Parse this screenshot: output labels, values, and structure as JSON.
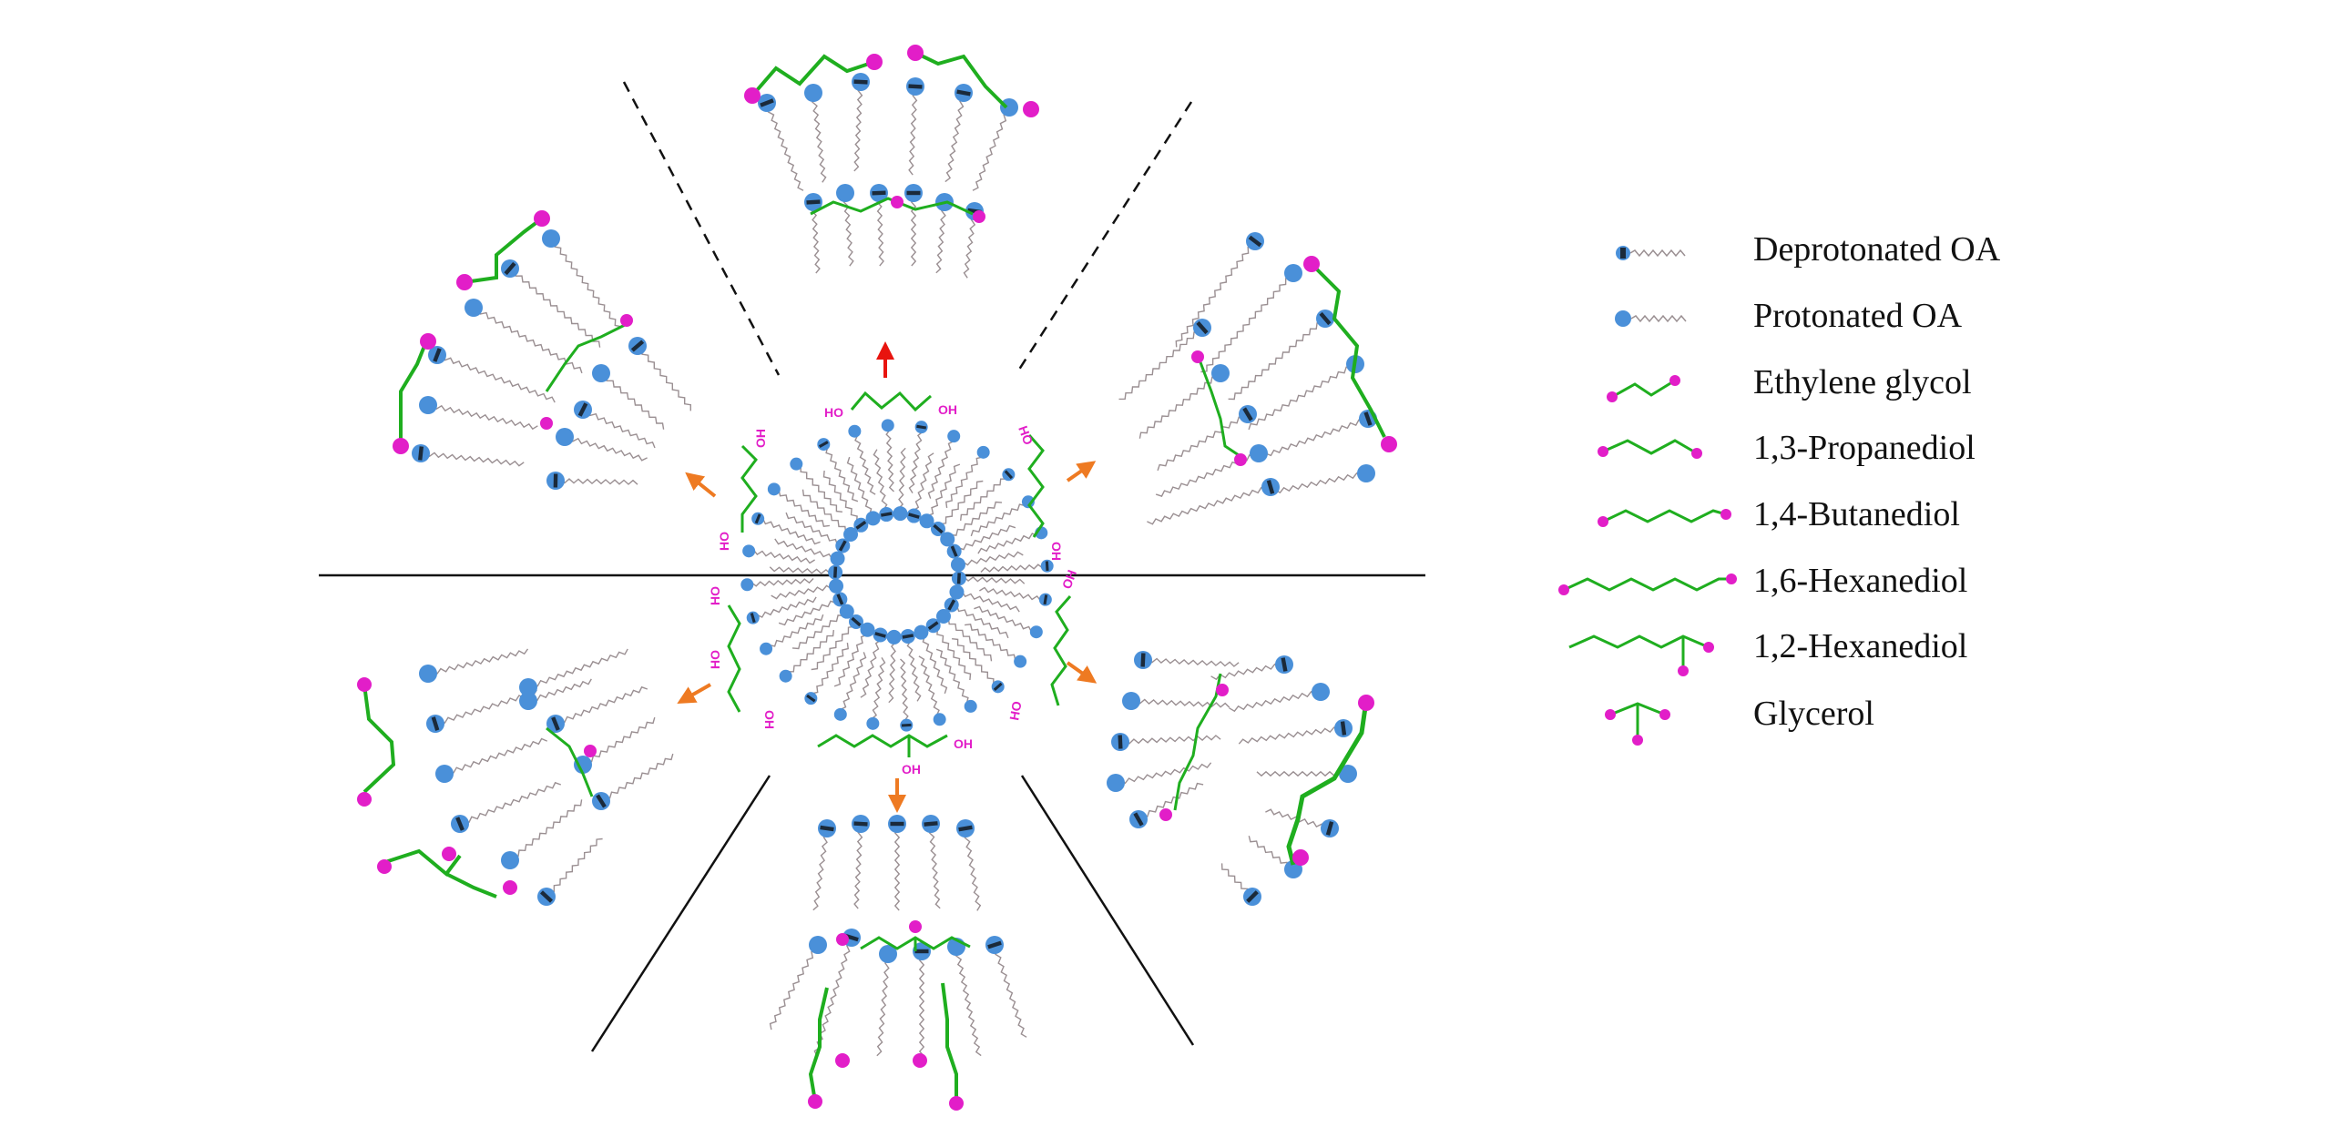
{
  "colors": {
    "molecule_blue": "#4a90d9",
    "head_dark": "#1b2a3a",
    "tail_gray": "#9a8f92",
    "diol_green": "#1fae1f",
    "hydroxyl_magenta": "#e21ec8",
    "arrow_red": "#e8140f",
    "arrow_orange": "#ee7a22",
    "line_black": "#111111"
  },
  "center": {
    "chemical_labels": {
      "top_left": "HO",
      "top_right": "OH",
      "bottom_oh": "OH",
      "bottom_right_oh": "OH",
      "left_upper_oh": "OH",
      "left_upper_ho": "HO",
      "left_lower_ho1": "HO",
      "left_lower_ho2": "HO",
      "left_lower_oh": "OH",
      "right_upper_ho": "HO",
      "right_upper_oh": "OH",
      "right_lower_ho": "HO",
      "right_lower_oh": "OH"
    }
  },
  "legend": {
    "items": [
      {
        "icon": "deprotonated-oa-icon",
        "label": "Deprotonated OA"
      },
      {
        "icon": "protonated-oa-icon",
        "label": "Protonated OA"
      },
      {
        "icon": "ethylene-glycol-icon",
        "label": "Ethylene glycol"
      },
      {
        "icon": "propanediol-icon",
        "label": "1,3-Propanediol"
      },
      {
        "icon": "butanediol-icon",
        "label": "1,4-Butanediol"
      },
      {
        "icon": "hexanediol-16-icon",
        "label": "1,6-Hexanediol"
      },
      {
        "icon": "hexanediol-12-icon",
        "label": "1,2-Hexanediol"
      },
      {
        "icon": "glycerol-icon",
        "label": "Glycerol"
      }
    ]
  }
}
